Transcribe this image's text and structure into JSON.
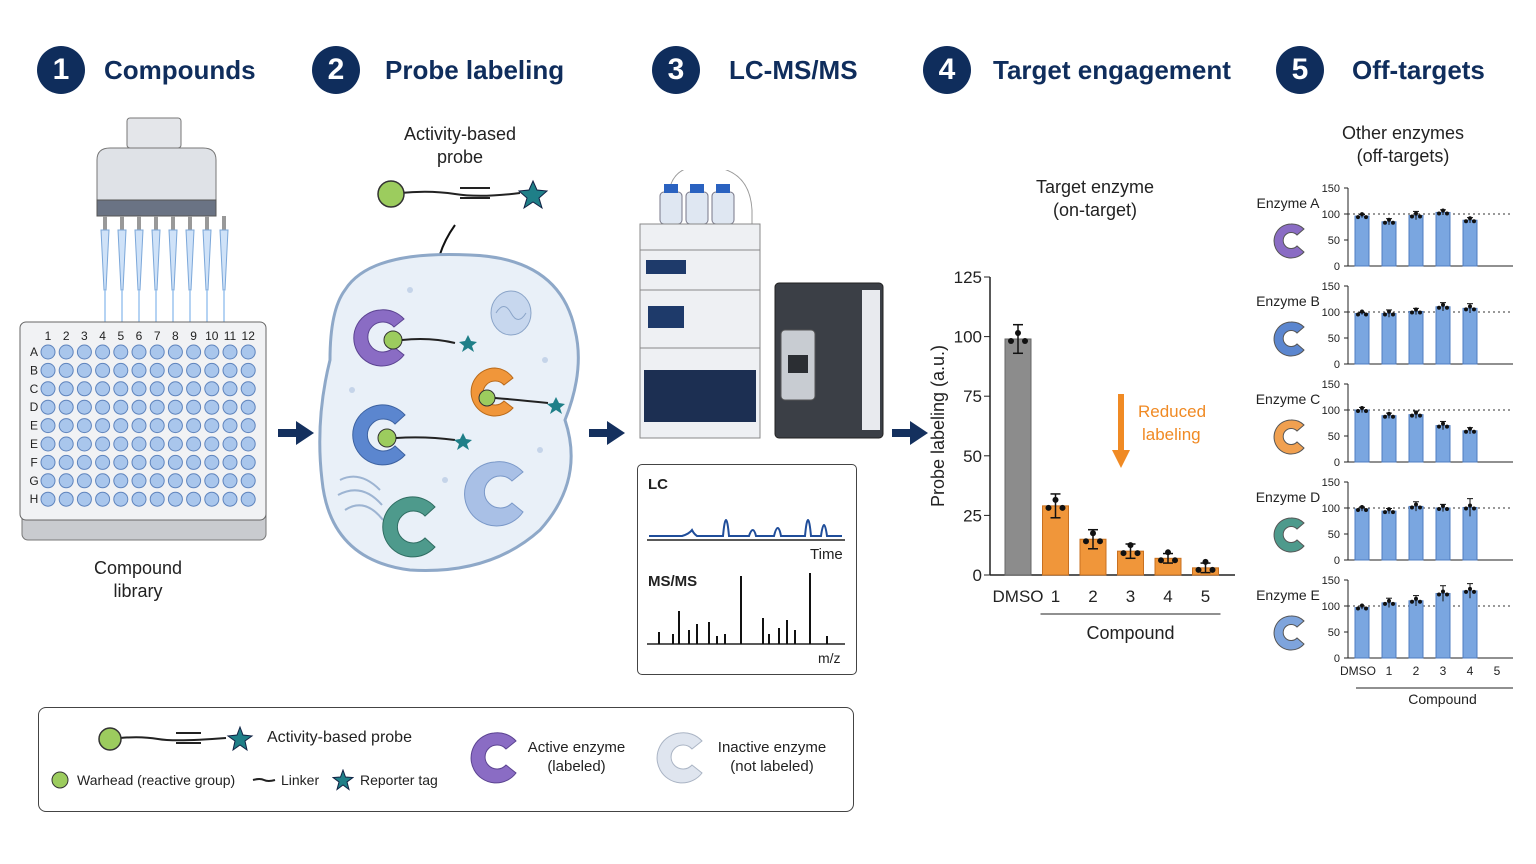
{
  "steps": [
    {
      "number": "1",
      "title": "Compounds"
    },
    {
      "number": "2",
      "title": "Probe labeling"
    },
    {
      "number": "3",
      "title": "LC-MS/MS"
    },
    {
      "number": "4",
      "title": "Target engagement"
    },
    {
      "number": "5",
      "title": "Off-targets"
    }
  ],
  "compounds": {
    "plate_columns": [
      "1",
      "2",
      "3",
      "4",
      "5",
      "6",
      "7",
      "8",
      "9",
      "10",
      "11",
      "12"
    ],
    "plate_rows": [
      "A",
      "B",
      "C",
      "D",
      "E",
      "E",
      "F",
      "G",
      "H"
    ],
    "caption_line1": "Compound",
    "caption_line2": "library"
  },
  "probe_labeling": {
    "probe_line1": "Activity-based",
    "probe_line2": "probe"
  },
  "lcms": {
    "lc_label": "LC",
    "lc_axis": "Time",
    "ms_label": "MS/MS",
    "ms_axis": "m/z"
  },
  "target_engagement": {
    "title_line1": "Target enzyme",
    "title_line2": "(on-target)",
    "annotation_line1": "Reduced",
    "annotation_line2": "labeling",
    "colors": {
      "dmso": "#8c8c8c",
      "compound": "#f0963a",
      "annotation": "#f08a24"
    }
  },
  "off_targets": {
    "title_line1": "Other enzymes",
    "title_line2": "(off-targets)",
    "enzyme_colors": [
      "#8a6cc4",
      "#5b86cf",
      "#f0a050",
      "#4e9a8c",
      "#7ea4dc"
    ],
    "bar_color": "#7aa6e0"
  },
  "chart_data": [
    {
      "type": "bar",
      "categories": [
        "DMSO",
        "1",
        "2",
        "3",
        "4",
        "5"
      ],
      "values": [
        99,
        29,
        15,
        10,
        7,
        3
      ],
      "errors": [
        6,
        5,
        4,
        3,
        2,
        2
      ],
      "ylabel": "Probe labeling (a.u.)",
      "xlabel": "Compound",
      "ylim": [
        0,
        125
      ],
      "yticks": [
        0,
        25,
        50,
        75,
        100,
        125
      ]
    },
    {
      "type": "bar",
      "name": "Enzyme A",
      "categories": [
        "DMSO",
        "1",
        "2",
        "3",
        "4"
      ],
      "values": [
        96,
        85,
        97,
        103,
        88
      ],
      "errors": [
        3,
        6,
        8,
        5,
        5
      ],
      "ylim": [
        0,
        150
      ],
      "yticks": [
        0,
        50,
        100,
        150
      ],
      "reference_line": 100
    },
    {
      "type": "bar",
      "name": "Enzyme B",
      "categories": [
        "DMSO",
        "1",
        "2",
        "3",
        "4"
      ],
      "values": [
        97,
        97,
        101,
        110,
        107
      ],
      "errors": [
        2,
        7,
        6,
        8,
        9
      ],
      "ylim": [
        0,
        150
      ],
      "yticks": [
        0,
        50,
        100,
        150
      ],
      "reference_line": 100
    },
    {
      "type": "bar",
      "name": "Enzyme C",
      "categories": [
        "DMSO",
        "1",
        "2",
        "3",
        "4"
      ],
      "values": [
        100,
        89,
        91,
        70,
        60
      ],
      "errors": [
        5,
        5,
        7,
        8,
        6
      ],
      "ylim": [
        0,
        150
      ],
      "yticks": [
        0,
        50,
        100,
        150
      ],
      "reference_line": 100
    },
    {
      "type": "bar",
      "name": "Enzyme D",
      "categories": [
        "DMSO",
        "1",
        "2",
        "3",
        "4"
      ],
      "values": [
        98,
        94,
        103,
        100,
        101
      ],
      "errors": [
        4,
        5,
        9,
        7,
        17
      ],
      "ylim": [
        0,
        150
      ],
      "yticks": [
        0,
        50,
        100,
        150
      ],
      "reference_line": 100
    },
    {
      "type": "bar",
      "name": "Enzyme E",
      "categories": [
        "DMSO",
        "1",
        "2",
        "3",
        "4"
      ],
      "values": [
        97,
        106,
        110,
        124,
        129
      ],
      "errors": [
        3,
        9,
        10,
        15,
        14
      ],
      "ylim": [
        0,
        150
      ],
      "yticks": [
        0,
        50,
        100,
        150
      ],
      "reference_line": 100,
      "xticks": [
        "DMSO",
        "1",
        "2",
        "3",
        "4",
        "5"
      ],
      "xlabel": "Compound"
    }
  ],
  "legend": {
    "probe": "Activity-based probe",
    "warhead": "Warhead (reactive group)",
    "linker": "Linker",
    "reporter": "Reporter tag",
    "active_line1": "Active enzyme",
    "active_line2": "(labeled)",
    "inactive_line1": "Inactive enzyme",
    "inactive_line2": "(not labeled)"
  }
}
